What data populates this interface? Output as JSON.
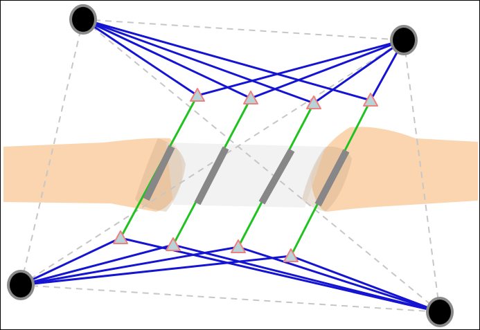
{
  "diagram": {
    "anchor_nodes": [
      "top-left",
      "top-right",
      "bottom-left",
      "bottom-right"
    ],
    "strip_count": 4,
    "colors": {
      "frame": "#000000",
      "background": "#ffffff",
      "skin": "#fbd5b0",
      "gauze": "#ededed",
      "strip": "#878787",
      "strip_stroke": "#6e6e6e",
      "link": "#1414d2",
      "strut": "#1fc21f",
      "triangle_fill": "#b7d3d6",
      "triangle_stroke": "#f08080",
      "dashed": "#c6c6c6",
      "node_fill": "#000000",
      "node_ring": "#8a8a8a"
    },
    "icons": {
      "node": "black-circle-gray-ring",
      "joint": "triangle"
    }
  }
}
